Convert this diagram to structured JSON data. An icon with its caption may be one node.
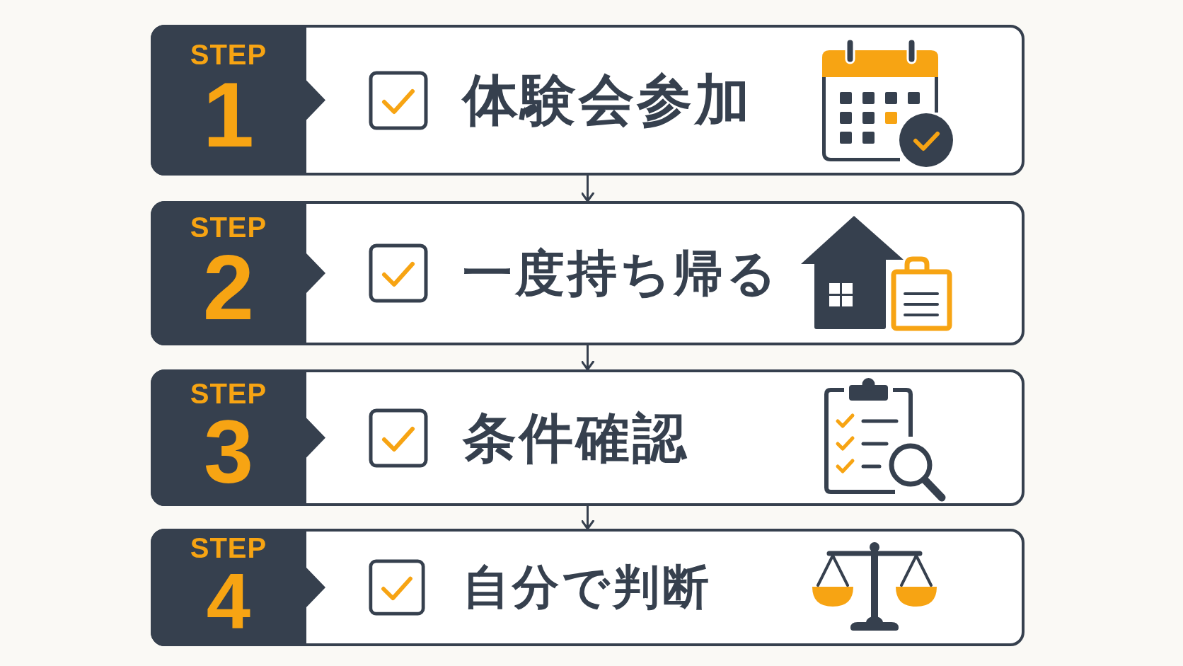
{
  "diagram": {
    "nodes": [
      {
        "text": [
          "STEP",
          "1",
          "体験会参加"
        ]
      },
      {
        "text": [
          "STEP",
          "2",
          "一度持ち帰る"
        ]
      },
      {
        "text": [
          "STEP",
          "3",
          "条件確認"
        ]
      },
      {
        "text": [
          "STEP",
          "4",
          "自分で判断"
        ]
      }
    ],
    "edges": [
      {
        "from": 0,
        "to": 1,
        "arrow": "to"
      },
      {
        "from": 1,
        "to": 2,
        "arrow": "to"
      },
      {
        "from": 2,
        "to": 3,
        "arrow": "to"
      }
    ]
  }
}
